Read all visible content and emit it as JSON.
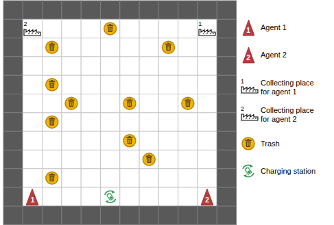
{
  "diagram": {
    "nodes": [
      {
        "text": [
          "2"
        ]
      },
      {
        "text": [
          "1"
        ]
      },
      {
        "text": [
          "1"
        ]
      },
      {
        "text": [
          "2"
        ]
      },
      {
        "text": [
          "1"
        ]
      },
      {
        "text": [
          "2"
        ]
      },
      {
        "text": [
          "1"
        ]
      },
      {
        "text": [
          "2"
        ]
      }
    ],
    "legend": [
      {
        "text": "Agent 1"
      },
      {
        "text": "Agent 2"
      },
      {
        "text": "Collecting place for agent 1"
      },
      {
        "text": "Collecting place for agent 2"
      },
      {
        "text": "Trash"
      },
      {
        "text": "Charging station"
      }
    ]
  }
}
